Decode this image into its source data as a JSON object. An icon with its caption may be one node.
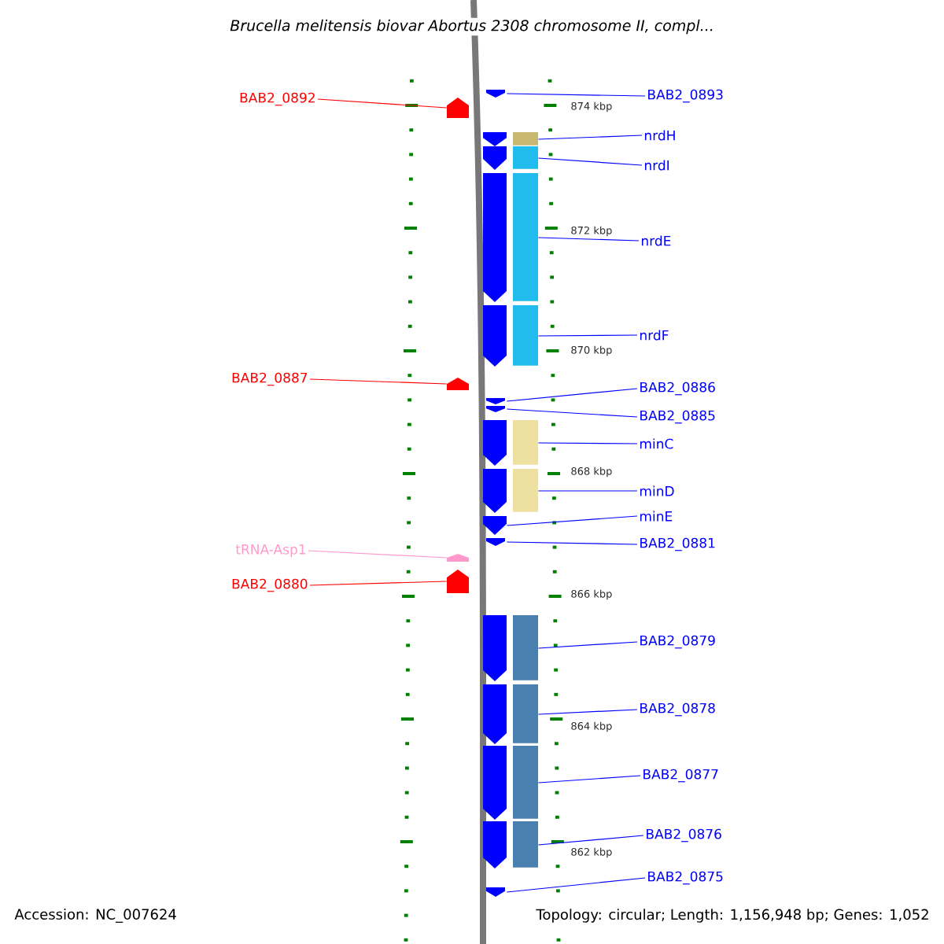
{
  "diagram": {
    "title": "Brucella melitensis biovar Abortus 2308 chromosome II, compl...",
    "nodes": [
      {
        "text": [
          "BAB2_0892"
        ]
      },
      {
        "text": [
          "BAB2_0887"
        ]
      },
      {
        "text": [
          "tRNA-Asp1"
        ]
      },
      {
        "text": [
          "BAB2_0880"
        ]
      },
      {
        "text": [
          "BAB2_0893"
        ]
      },
      {
        "text": [
          "nrdH"
        ]
      },
      {
        "text": [
          "nrdI"
        ]
      },
      {
        "text": [
          "nrdE"
        ]
      },
      {
        "text": [
          "nrdF"
        ]
      },
      {
        "text": [
          "BAB2_0886"
        ]
      },
      {
        "text": [
          "BAB2_0885"
        ]
      },
      {
        "text": [
          "minC"
        ]
      },
      {
        "text": [
          "minD"
        ]
      },
      {
        "text": [
          "minE"
        ]
      },
      {
        "text": [
          "BAB2_0881"
        ]
      },
      {
        "text": [
          "BAB2_0879"
        ]
      },
      {
        "text": [
          "BAB2_0878"
        ]
      },
      {
        "text": [
          "BAB2_0877"
        ]
      },
      {
        "text": [
          "BAB2_0876"
        ]
      },
      {
        "text": [
          "BAB2_0875"
        ]
      },
      {
        "text": [],
        "shape": "pentagon"
      },
      {
        "text": [],
        "shape": "pentagon"
      },
      {
        "text": [],
        "shape": "pentagon"
      },
      {
        "text": [],
        "shape": "pentagon"
      },
      {
        "text": [],
        "shape": "pentagon"
      },
      {
        "text": [],
        "shape": "pentagon"
      },
      {
        "text": [],
        "shape": "pentagon"
      },
      {
        "text": [],
        "shape": "pentagon"
      },
      {
        "text": [],
        "shape": "pentagon"
      },
      {
        "text": [],
        "shape": "pentagon"
      },
      {
        "text": [],
        "shape": "pentagon"
      },
      {
        "text": [],
        "shape": "pentagon"
      },
      {
        "text": [],
        "shape": "pentagon"
      },
      {
        "text": [],
        "shape": "pentagon"
      },
      {
        "text": [],
        "shape": "pentagon"
      },
      {
        "text": [],
        "shape": "pentagon"
      },
      {
        "text": [],
        "shape": "pentagon"
      },
      {
        "text": [],
        "shape": "pentagon"
      },
      {
        "text": [],
        "shape": "pentagon"
      },
      {
        "text": [],
        "shape": "pentagon"
      }
    ],
    "edges": [
      {
        "from": 0,
        "to": 20,
        "arrow": "none",
        "color": "#ff0000"
      },
      {
        "from": 1,
        "to": 21,
        "arrow": "none",
        "color": "#ff0000"
      },
      {
        "from": 2,
        "to": 22,
        "arrow": "none",
        "color": "#ff99cc"
      },
      {
        "from": 3,
        "to": 23,
        "arrow": "none",
        "color": "#ff0000"
      },
      {
        "from": 4,
        "to": 24,
        "arrow": "none"
      },
      {
        "from": 5,
        "to": 25,
        "arrow": "none"
      },
      {
        "from": 6,
        "to": 26,
        "arrow": "none"
      },
      {
        "from": 7,
        "to": 27,
        "arrow": "none"
      },
      {
        "from": 8,
        "to": 28,
        "arrow": "none"
      },
      {
        "from": 9,
        "to": 29,
        "arrow": "none"
      },
      {
        "from": 10,
        "to": 30,
        "arrow": "none"
      },
      {
        "from": 11,
        "to": 31,
        "arrow": "none"
      },
      {
        "from": 12,
        "to": 32,
        "arrow": "none"
      },
      {
        "from": 13,
        "to": 33,
        "arrow": "none"
      },
      {
        "from": 14,
        "to": 34,
        "arrow": "none"
      },
      {
        "from": 15,
        "to": 35,
        "arrow": "none"
      },
      {
        "from": 16,
        "to": 36,
        "arrow": "none"
      },
      {
        "from": 17,
        "to": 37,
        "arrow": "none"
      },
      {
        "from": 18,
        "to": 38,
        "arrow": "none"
      },
      {
        "from": 19,
        "to": 39,
        "arrow": "none"
      }
    ],
    "labels": [
      "874 kbp",
      "872 kbp",
      "870 kbp",
      "868 kbp",
      "866 kbp",
      "864 kbp",
      "862 kbp",
      "Accession: NC_007624",
      "Topology: circular; Length: 1,156,948 bp; Genes: 1,052"
    ]
  }
}
